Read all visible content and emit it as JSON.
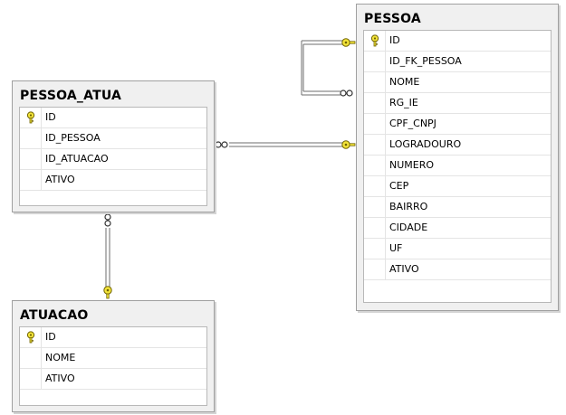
{
  "entities": {
    "pessoa_atua": {
      "title": "PESSOA_ATUA",
      "columns": [
        {
          "name": "ID",
          "primary_key": true
        },
        {
          "name": "ID_PESSOA",
          "primary_key": false
        },
        {
          "name": "ID_ATUACAO",
          "primary_key": false
        },
        {
          "name": "ATIVO",
          "primary_key": false
        }
      ]
    },
    "pessoa": {
      "title": "PESSOA",
      "columns": [
        {
          "name": "ID",
          "primary_key": true
        },
        {
          "name": "ID_FK_PESSOA",
          "primary_key": false
        },
        {
          "name": "NOME",
          "primary_key": false
        },
        {
          "name": "RG_IE",
          "primary_key": false
        },
        {
          "name": "CPF_CNPJ",
          "primary_key": false
        },
        {
          "name": "LOGRADOURO",
          "primary_key": false
        },
        {
          "name": "NUMERO",
          "primary_key": false
        },
        {
          "name": "CEP",
          "primary_key": false
        },
        {
          "name": "BAIRRO",
          "primary_key": false
        },
        {
          "name": "CIDADE",
          "primary_key": false
        },
        {
          "name": "UF",
          "primary_key": false
        },
        {
          "name": "ATIVO",
          "primary_key": false
        }
      ]
    },
    "atuacao": {
      "title": "ATUACAO",
      "columns": [
        {
          "name": "ID",
          "primary_key": true
        },
        {
          "name": "NOME",
          "primary_key": false
        },
        {
          "name": "ATIVO",
          "primary_key": false
        }
      ]
    }
  },
  "relationships": [
    {
      "from": "PESSOA_ATUA",
      "to": "PESSOA",
      "many_end": "PESSOA_ATUA",
      "one_end": "PESSOA"
    },
    {
      "from": "PESSOA_ATUA",
      "to": "ATUACAO",
      "many_end": "PESSOA_ATUA",
      "one_end": "ATUACAO"
    },
    {
      "from": "PESSOA",
      "to": "PESSOA",
      "many_end": "PESSOA",
      "one_end": "PESSOA"
    }
  ],
  "colors": {
    "key_fill": "#f3e43a",
    "key_stroke": "#6f6200",
    "connector": "#6e6e6e"
  }
}
